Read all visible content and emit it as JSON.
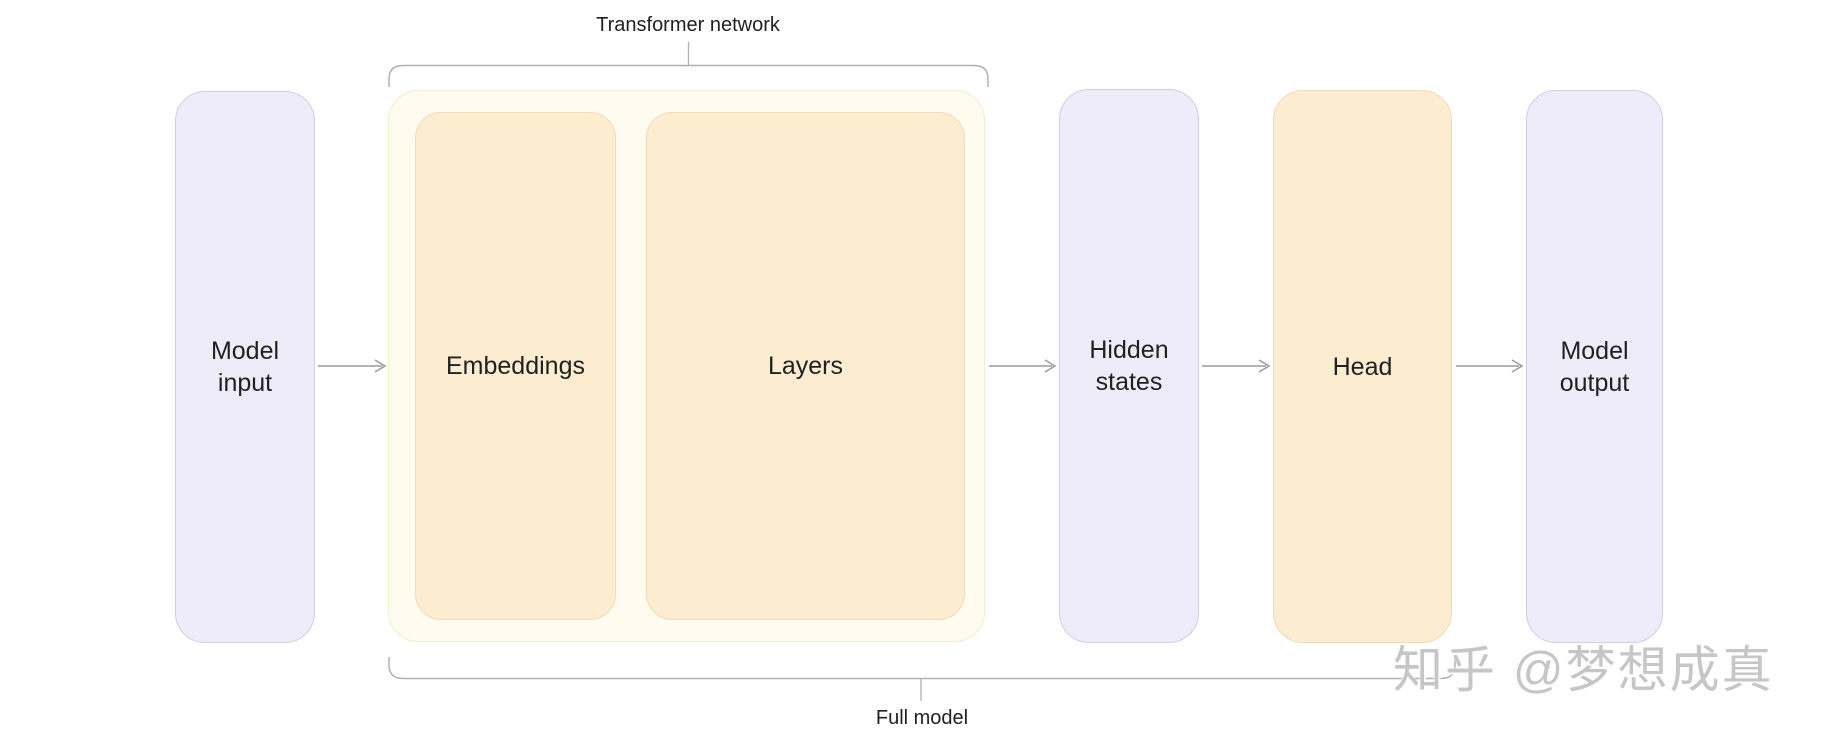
{
  "bracket_labels": {
    "transformer_network": "Transformer network",
    "full_model": "Full model"
  },
  "nodes": {
    "model_input": {
      "label": "Model input"
    },
    "embeddings": {
      "label": "Embeddings"
    },
    "layers": {
      "label": "Layers"
    },
    "hidden_states": {
      "label": "Hidden states"
    },
    "head": {
      "label": "Head"
    },
    "model_output": {
      "label": "Model output"
    }
  },
  "flow": [
    "Model input",
    "Embeddings",
    "Layers",
    "Hidden states",
    "Head",
    "Model output"
  ],
  "watermark": {
    "text": "知乎 @梦想成真"
  },
  "colors": {
    "lavender_fill": "#efecf9",
    "lavender_border": "#d2cce9",
    "peach_fill": "#fcedd0",
    "peach_border": "#eedcba",
    "cream_fill": "#fffbee",
    "cream_border": "#f5ebcd",
    "arrow_gray": "#9a9a9a",
    "bracket_gray": "#b0b0b0",
    "text_dark": "#212121",
    "watermark_gray": "#c6c6c6"
  }
}
